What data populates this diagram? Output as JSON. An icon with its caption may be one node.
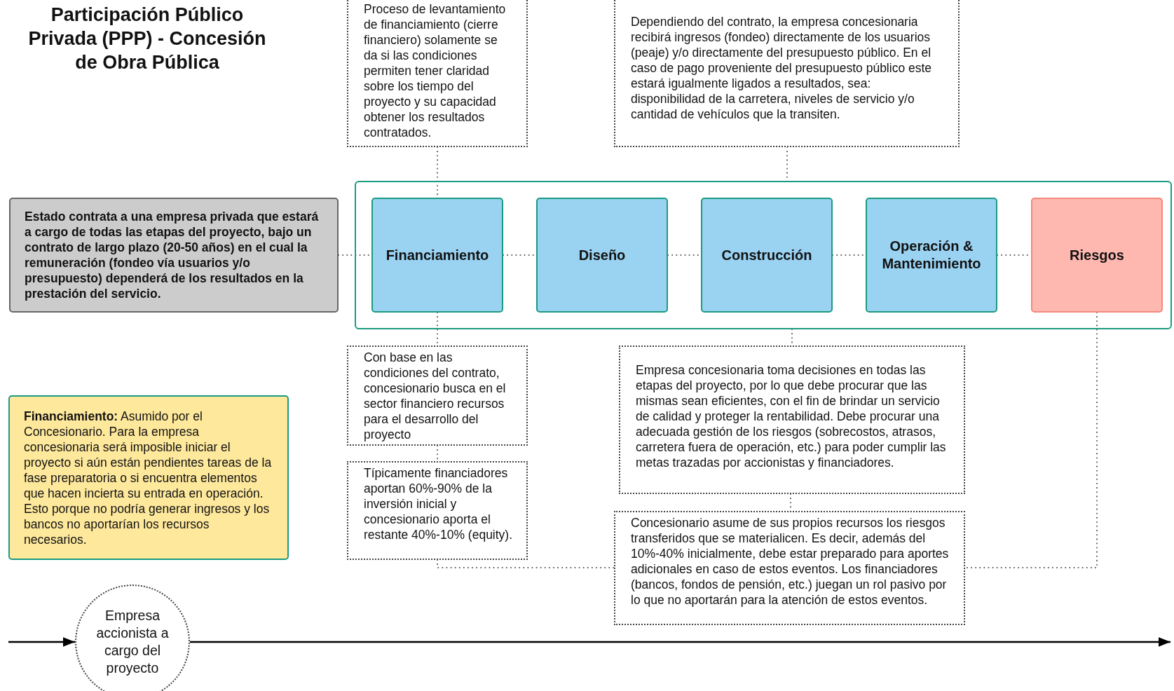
{
  "diagram": {
    "title": "Participación Público Privada (PPP) - Concesión de Obra Pública",
    "nodes": [
      {
        "text": [
          "Proceso de levantamiento de financiamiento (cierre financiero) solamente se da si las condiciones permiten tener claridad sobre los tiempo del proyecto y su capacidad obtener los resultados contratados."
        ]
      },
      {
        "text": [
          "Dependiendo del contrato, la empresa concesionaria recibirá ingresos (fondeo) directamente de los usuarios (peaje) y/o directamente del presupuesto público. En el caso de pago proveniente del presupuesto público este estará igualmente ligados a resultados, sea: disponibilidad de la carretera, niveles de servicio y/o cantidad de vehículos que la transiten."
        ]
      },
      {
        "text": [
          "Estado contrata a una empresa privada que estará a cargo de todas las etapas del proyecto, bajo un contrato de largo plazo (20-50 años) en el cual la remuneración (fondeo vía usuarios y/o presupuesto) dependerá de los resultados en la prestación del servicio."
        ]
      },
      {
        "text": [],
        "shape": "box"
      },
      {
        "text": [
          "Financiamiento"
        ],
        "in": 3
      },
      {
        "text": [
          "Diseño"
        ],
        "in": 3
      },
      {
        "text": [
          "Construcción"
        ],
        "in": 3
      },
      {
        "text": [
          "Operación & Mantenimiento"
        ],
        "in": 3
      },
      {
        "text": [
          "Riesgos"
        ],
        "in": 3
      },
      {
        "text": [
          "Con base en las condiciones del contrato, concesionario busca en el sector financiero recursos para el desarrollo del proyecto"
        ]
      },
      {
        "text": [
          "Típicamente financiadores aportan 60%-90% de la inversión inicial y concesionario aporta el restante 40%-10%  (equity)."
        ]
      },
      {
        "text": [
          "Empresa concesionaria toma decisiones en todas las etapas del proyecto, por lo que debe procurar que las mismas sean eficientes, con el fin de brindar un servicio de calidad y proteger la rentabilidad. Debe procurar una adecuada gestión de los riesgos (sobrecostos, atrasos, carretera fuera de operación, etc.) para poder cumplir las metas trazadas por accionistas y financiadores."
        ]
      },
      {
        "text": [
          "Concesionario asume de sus propios recursos los riesgos transferidos que se materialicen. Es decir, además del 10%-40% inicialmente, debe estar preparado para aportes adicionales en caso de estos eventos. Los financiadores (bancos, fondos de pensión, etc.) juegan un rol pasivo por lo que no aportarán para la atención de estos eventos."
        ]
      },
      {
        "text": [
          "**Financiamiento:** Asumido por el Concesionario. Para la empresa concesionaria será imposible iniciar el proyecto si aún están pendientes tareas de la fase preparatoria o si encuentra elementos que hacen incierta su entrada en operación. Esto porque no podría generar ingresos y los bancos no aportarían los recursos necesarios."
        ]
      },
      {
        "text": [
          "Empresa accionista a cargo del proyecto"
        ]
      }
    ],
    "edges": [
      {
        "from": 0,
        "to": 4,
        "arrow": "none",
        "style": "dashed"
      },
      {
        "from": 1,
        "to": 3,
        "arrow": "none",
        "style": "dashed"
      },
      {
        "from": 2,
        "to": 4,
        "arrow": "none",
        "style": "dashed"
      },
      {
        "from": 4,
        "to": 5,
        "arrow": "none",
        "style": "dashed"
      },
      {
        "from": 5,
        "to": 6,
        "arrow": "none",
        "style": "dashed"
      },
      {
        "from": 6,
        "to": 7,
        "arrow": "none",
        "style": "dashed"
      },
      {
        "from": 7,
        "to": 8,
        "arrow": "none",
        "style": "dashed"
      },
      {
        "from": 4,
        "to": 9,
        "arrow": "none",
        "style": "dashed"
      },
      {
        "from": 9,
        "to": 10,
        "arrow": "none",
        "style": "dashed"
      },
      {
        "from": 3,
        "to": 11,
        "arrow": "none",
        "style": "dashed"
      },
      {
        "from": 11,
        "to": 12,
        "arrow": "none",
        "style": "dashed"
      },
      {
        "from": 10,
        "to": 12,
        "arrow": "none",
        "style": "dashed"
      },
      {
        "from": 8,
        "to": 12,
        "arrow": "none",
        "style": "dashed"
      },
      {
        "from": null,
        "to": 14,
        "arrow": "to"
      },
      {
        "from": 14,
        "to": null,
        "arrow": "to"
      }
    ]
  }
}
